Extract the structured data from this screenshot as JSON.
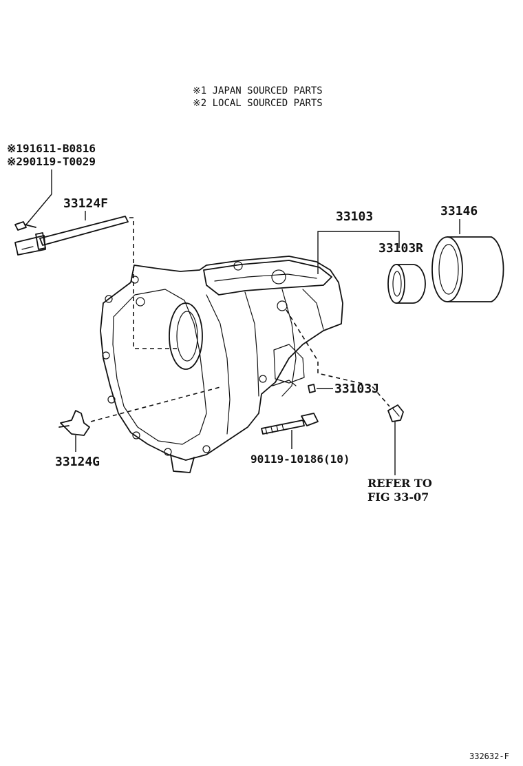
{
  "notes": [
    "※1 JAPAN SOURCED PARTS",
    "※2 LOCAL SOURCED PARTS"
  ],
  "callouts": {
    "bolt_alt1": "※191611-B0816",
    "bolt_alt2": "※290119-T0029",
    "part_33124F": "33124F",
    "part_33103": "33103",
    "part_33146": "33146",
    "part_33103R": "33103R",
    "part_33103J": "33103J",
    "part_33124G": "33124G",
    "bolt_90119": "90119-10186(10)",
    "refer_line1": "REFER TO",
    "refer_line2": "FIG 33-07"
  },
  "figure_code": "332632-F"
}
